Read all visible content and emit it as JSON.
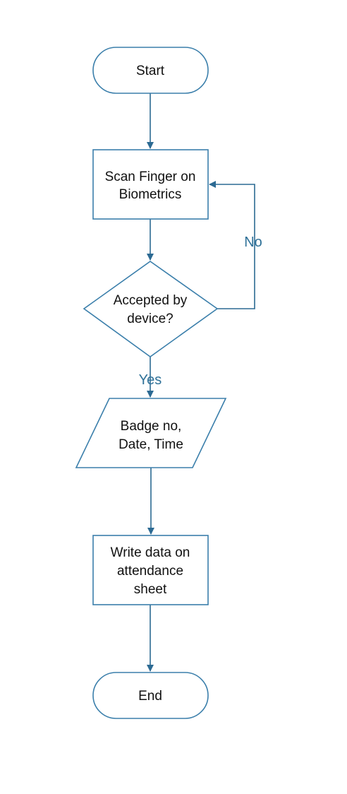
{
  "colors": {
    "stroke": "#3b7fab",
    "arrow": "#2c6a93",
    "text": "#111111",
    "edge_label": "#2f7198",
    "background": "#ffffff"
  },
  "nodes": {
    "start": {
      "shape": "terminator",
      "lines": [
        "Start"
      ]
    },
    "scan": {
      "shape": "process",
      "lines": [
        "Scan Finger on",
        "Biometrics"
      ]
    },
    "decision": {
      "shape": "decision",
      "lines": [
        "Accepted by",
        "device?"
      ]
    },
    "data": {
      "shape": "data",
      "lines": [
        "Badge no,",
        "Date, Time"
      ]
    },
    "write": {
      "shape": "process",
      "lines": [
        "Write data on",
        "attendance",
        "sheet"
      ]
    },
    "end": {
      "shape": "terminator",
      "lines": [
        "End"
      ]
    }
  },
  "edges": {
    "start_scan": {
      "from": "start",
      "to": "scan"
    },
    "scan_decision": {
      "from": "scan",
      "to": "decision"
    },
    "decision_no": {
      "from": "decision",
      "to": "scan",
      "label": "No"
    },
    "decision_yes": {
      "from": "decision",
      "to": "data",
      "label": "Yes"
    },
    "data_write": {
      "from": "data",
      "to": "write"
    },
    "write_end": {
      "from": "write",
      "to": "end"
    }
  }
}
